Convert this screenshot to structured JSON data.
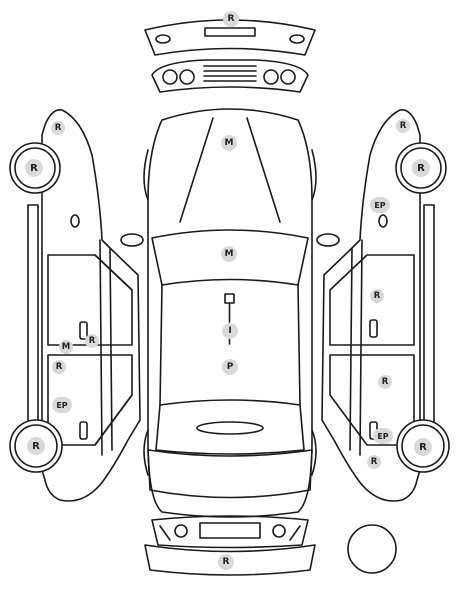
{
  "colors": {
    "stroke": "#1a1a1a",
    "badge_fill": "#d9d9d9",
    "badge_text": "#222222",
    "background": "#ffffff"
  },
  "badges": {
    "rear_bumper": "R",
    "left_mirror_top": "R",
    "left_front_wheel": "R",
    "hood": "M",
    "windshield": "M",
    "left_door_m": "M",
    "left_door_r": "R",
    "left_rear_door": "R",
    "left_ep": "EP",
    "left_rear_wheel": "R",
    "roof_i": "I",
    "roof_p": "P",
    "right_mirror_top": "R",
    "right_front_wheel": "R",
    "right_ep_top": "EP",
    "right_front_door": "R",
    "right_rear_door": "R",
    "right_ep_bottom": "EP",
    "right_rear_lower": "R",
    "right_rear_wheel": "R",
    "front_bumper": "R"
  }
}
